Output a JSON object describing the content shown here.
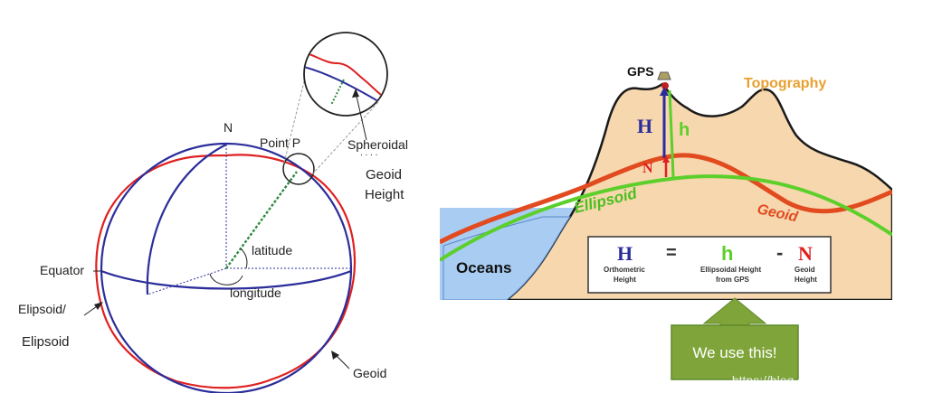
{
  "left_diagram": {
    "north_label": "N",
    "point_label": "Point P",
    "spheroidal_label": "Spheroidal",
    "geoid_height_label_1": "Geoid",
    "geoid_height_label_2": "Height",
    "latitude_label": "latitude",
    "longitude_label": "longitude",
    "equator_label": "Equator",
    "ellipsoid_label_1": "Elipsoid/",
    "ellipsoid_label_2": "Elipsoid",
    "geoid_label": "Geoid",
    "colors": {
      "ellipsoid": "#2b2e9a",
      "geoid": "#e02020",
      "radius": "#2e8b3e"
    }
  },
  "right_diagram": {
    "gps_label": "GPS",
    "topography_label": "Topography",
    "H_symbol": "H",
    "h_symbol": "h",
    "N_symbol": "N",
    "ellipsoid_label": "Ellipsoid",
    "geoid_label": "Geoid",
    "oceans_label": "Oceans",
    "formula": {
      "H": "H",
      "equals": "=",
      "h": "h",
      "minus": "-",
      "N": "N",
      "H_desc_1": "Orthometric",
      "H_desc_2": "Height",
      "h_desc_1": "Ellipsoidal Height",
      "h_desc_2": "from GPS",
      "N_desc_1": "Geoid",
      "N_desc_2": "Height"
    },
    "callout": "We use this!",
    "colors": {
      "land": "#f6d7ae",
      "ocean": "#a8ccf2",
      "geoid": "#e24a1f",
      "ellipsoid": "#5ccf2b",
      "H": "#2b2e9a",
      "topo_label": "#e8a030",
      "callout_bg": "#7fa53a"
    }
  },
  "watermark": "https://blog.csdn.net/orange_littlegirl"
}
